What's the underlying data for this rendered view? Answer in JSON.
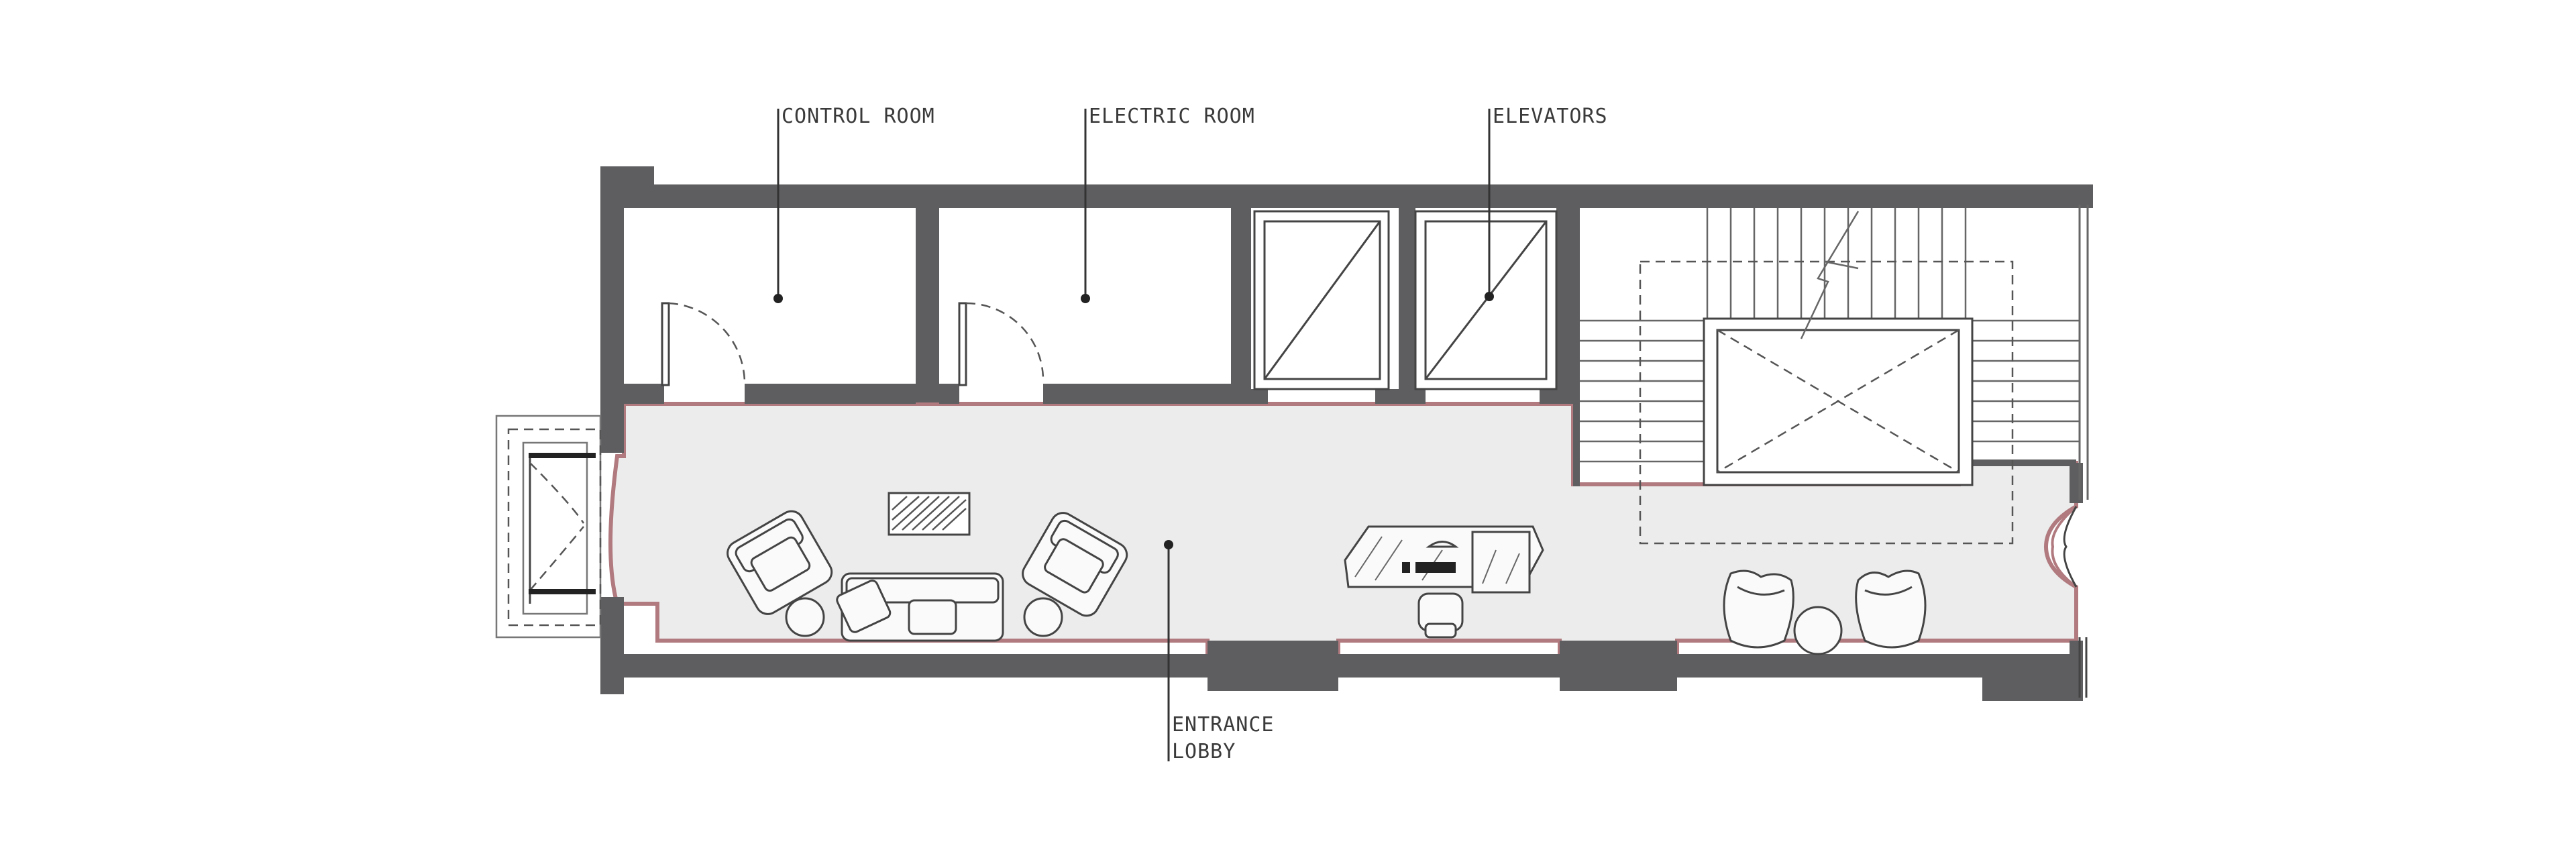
{
  "labels": {
    "control_room": "CONTROL ROOM",
    "electric_room": "ELECTRIC ROOM",
    "elevators": "ELEVATORS",
    "entrance_line1": "ENTRANCE",
    "entrance_line2": "LOBBY"
  },
  "colors": {
    "wall": "#5e5e60",
    "lobby_floor": "#ececec",
    "lobby_outline": "#b07a7f"
  }
}
